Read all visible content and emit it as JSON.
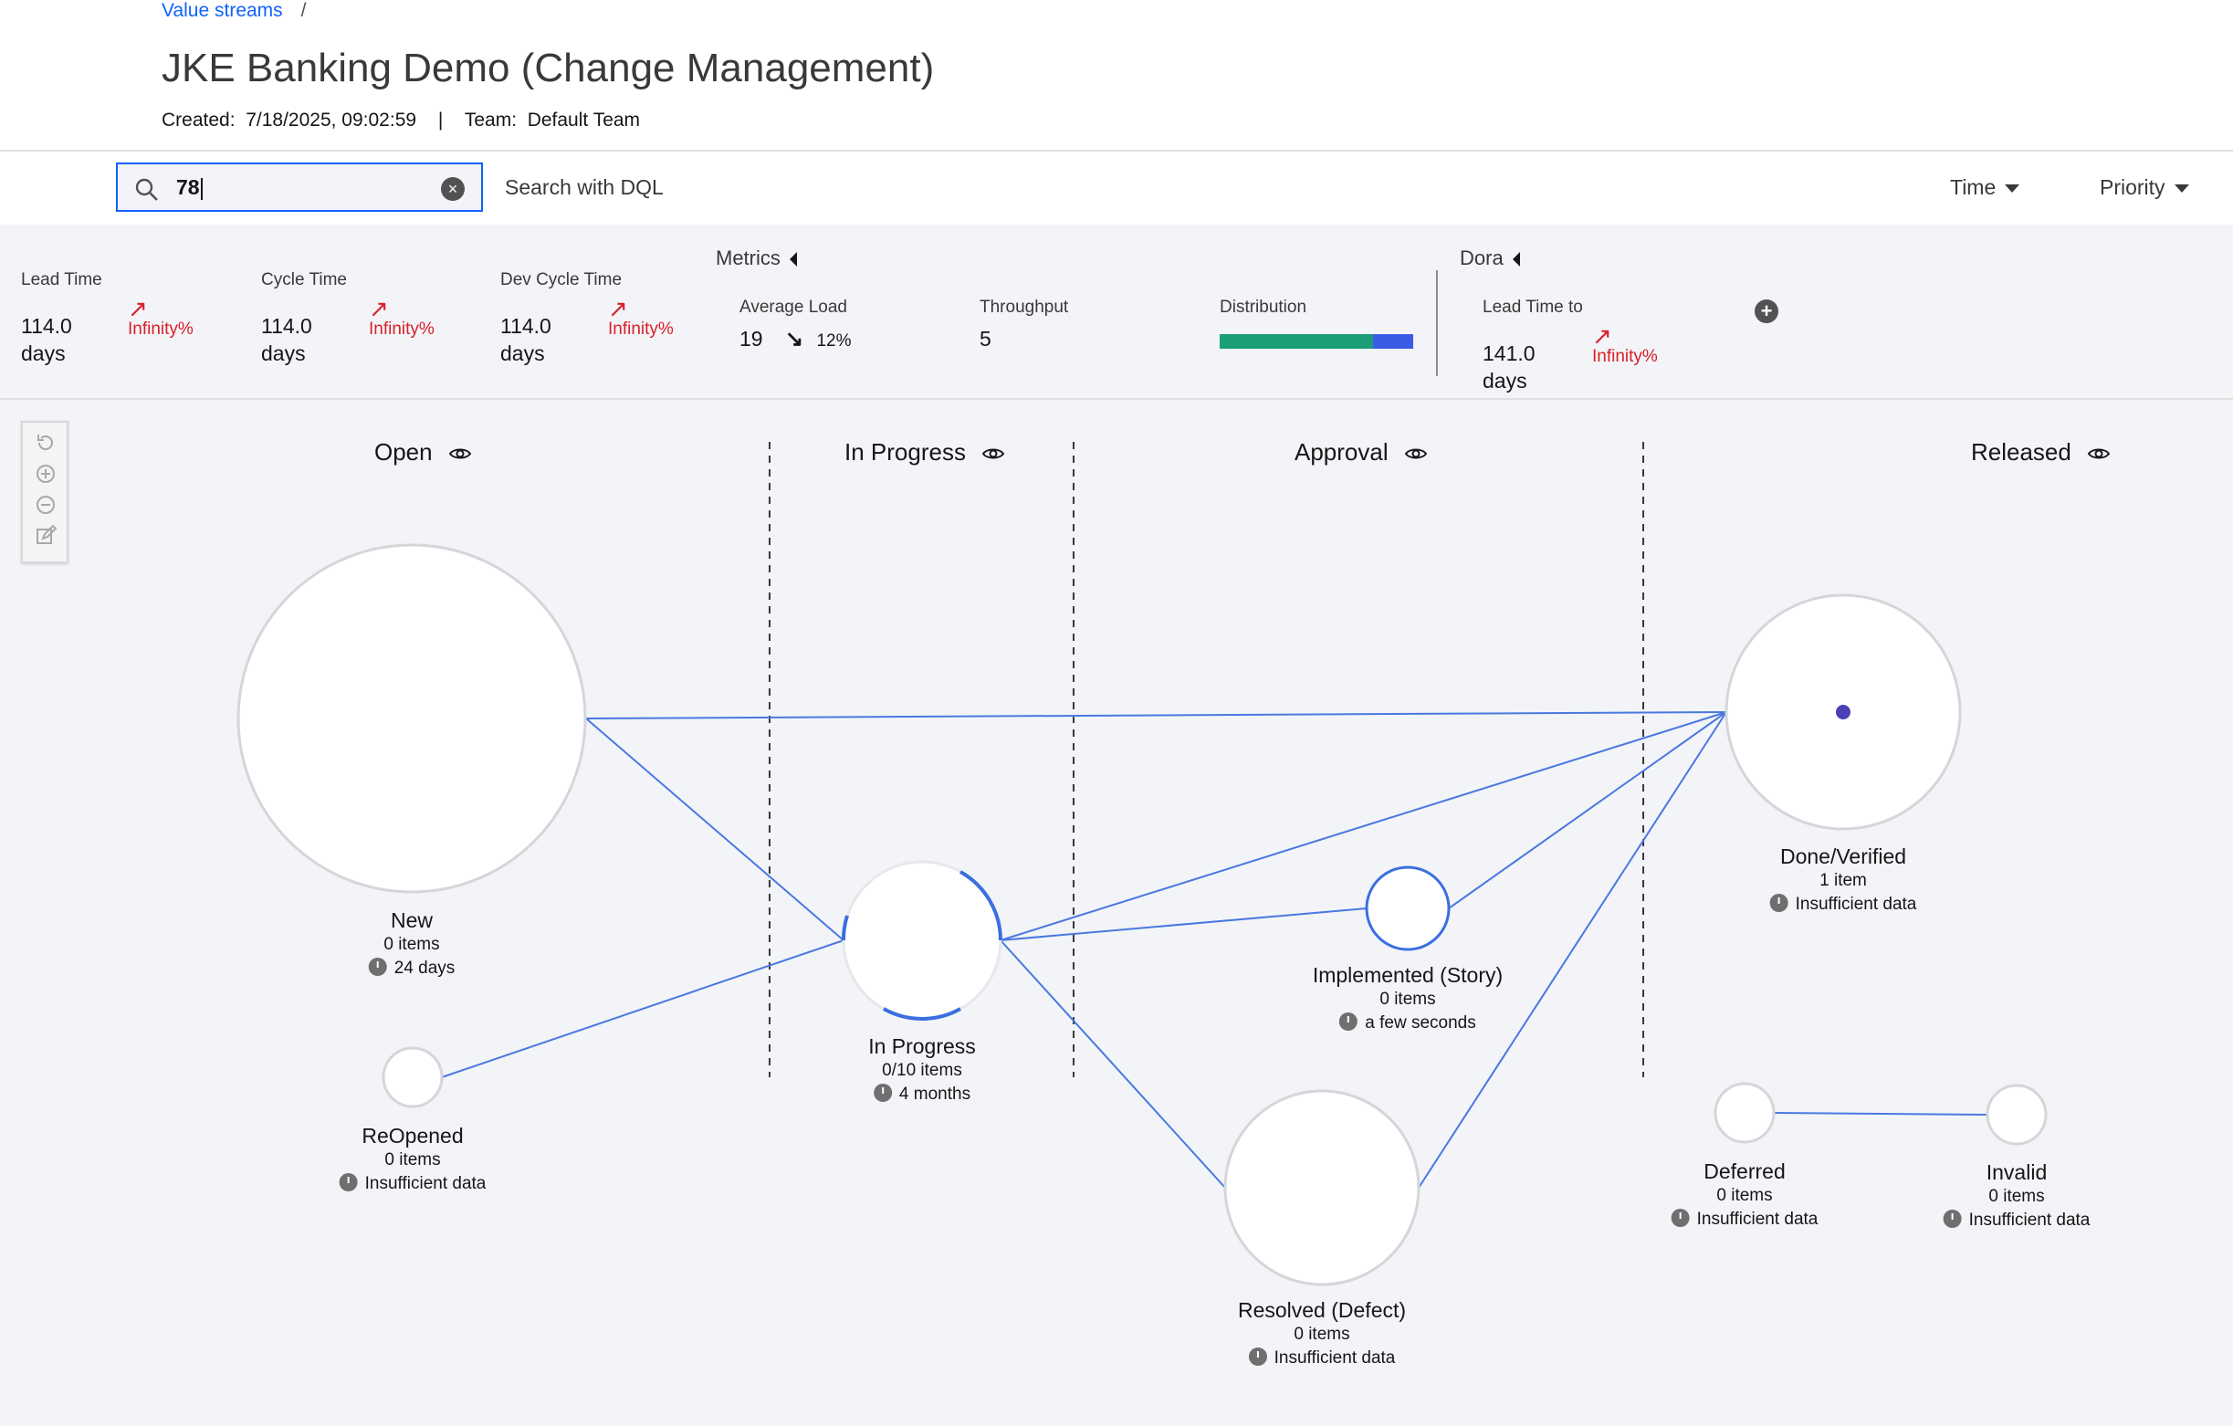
{
  "breadcrumb": {
    "label": "Value streams",
    "separator": "/"
  },
  "page": {
    "title": "JKE Banking Demo (Change Management)",
    "created_label": "Created:",
    "created_value": "7/18/2025, 09:02:59",
    "team_label": "Team:",
    "team_value": "Default Team"
  },
  "toolbar": {
    "search_value": "78",
    "dql_link": "Search with DQL",
    "time_label": "Time",
    "priority_label": "Priority"
  },
  "metrics": {
    "lead_time": {
      "label": "Lead Time",
      "value": "114.0",
      "unit": "days",
      "trend": "Infinity%"
    },
    "cycle_time": {
      "label": "Cycle Time",
      "value": "114.0",
      "unit": "days",
      "trend": "Infinity%"
    },
    "dev_cycle_time": {
      "label": "Dev Cycle Time",
      "value": "114.0",
      "unit": "days",
      "trend": "Infinity%"
    },
    "group_metrics": "Metrics",
    "average_load": {
      "label": "Average Load",
      "value": "19",
      "trend": "12%"
    },
    "throughput": {
      "label": "Throughput",
      "value": "5"
    },
    "distribution": {
      "label": "Distribution",
      "segments": [
        0.79,
        0.21
      ],
      "colors": [
        "#1b9e77",
        "#3b5be6"
      ]
    },
    "group_dora": "Dora",
    "lead_time_to": {
      "label": "Lead Time to",
      "value": "141.0",
      "unit": "days",
      "trend": "Infinity%"
    }
  },
  "columns": {
    "open": "Open",
    "in_progress": "In Progress",
    "approval": "Approval",
    "released": "Released"
  },
  "nodes": {
    "new": {
      "name": "New",
      "count": "0 items",
      "time": "24 days"
    },
    "reopened": {
      "name": "ReOpened",
      "count": "0 items",
      "time": "Insufficient data"
    },
    "in_progress": {
      "name": "In Progress",
      "count": "0/10 items",
      "time": "4 months"
    },
    "implemented": {
      "name": "Implemented (Story)",
      "count": "0 items",
      "time": "a few seconds"
    },
    "resolved": {
      "name": "Resolved (Defect)",
      "count": "0 items",
      "time": "Insufficient data"
    },
    "done": {
      "name": "Done/Verified",
      "count": "1 item",
      "time": "Insufficient data"
    },
    "deferred": {
      "name": "Deferred",
      "count": "0 items",
      "time": "Insufficient data"
    },
    "invalid": {
      "name": "Invalid",
      "count": "0 items",
      "time": "Insufficient data"
    }
  },
  "colors": {
    "accent": "#0f62fe",
    "edge": "#4a78e0",
    "trend_up": "#da1e28",
    "dot": "#4b3fb5"
  }
}
